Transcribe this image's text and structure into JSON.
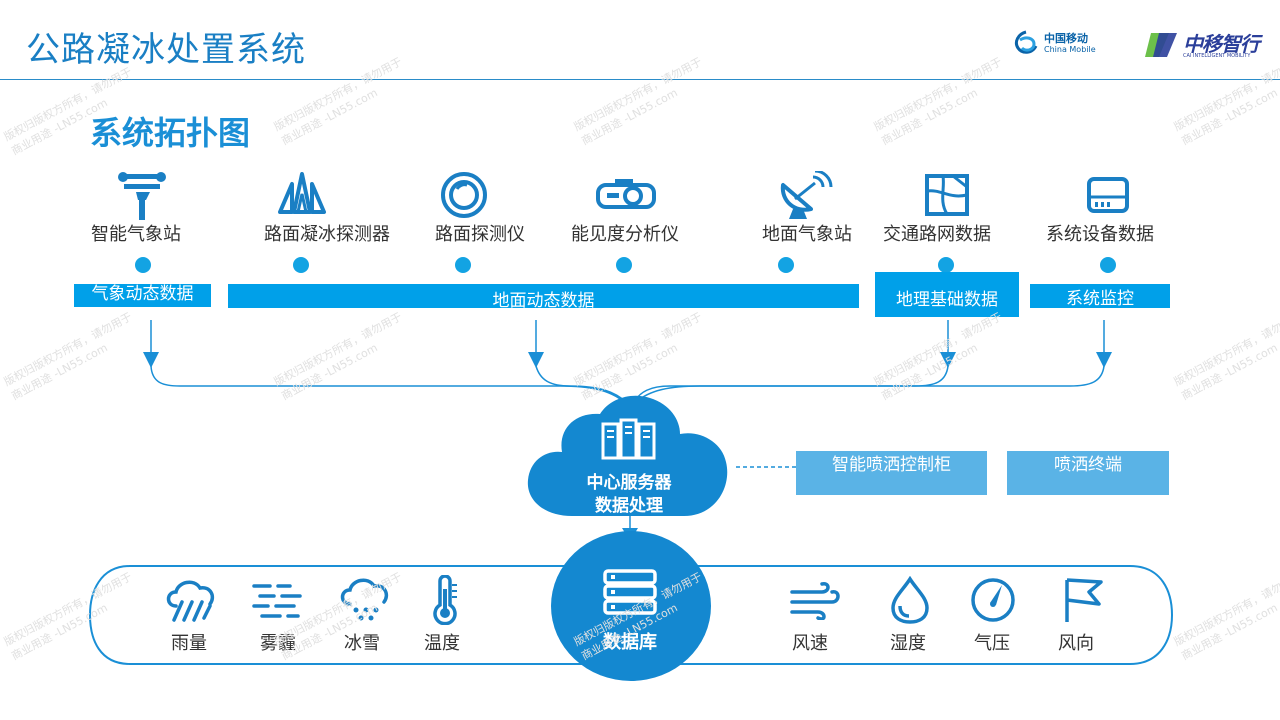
{
  "header": {
    "title": "公路凝冰处置系统",
    "logo_china_mobile_cn": "中国移动",
    "logo_china_mobile_en": "China Mobile",
    "logo_cai_cn": "中移智行",
    "logo_cai_en": "CAI INTELLIGENT MOBILITY"
  },
  "section_title": "系统拓扑图",
  "devices": [
    {
      "label": "智能气象站",
      "icon": "weather-station-icon"
    },
    {
      "label": "路面凝冰探测器",
      "icon": "ice-detector-icon"
    },
    {
      "label": "路面探测仪",
      "icon": "road-probe-icon"
    },
    {
      "label": "能见度分析仪",
      "icon": "visibility-analyzer-icon"
    },
    {
      "label": "地面气象站",
      "icon": "satellite-dish-icon"
    },
    {
      "label": "交通路网数据",
      "icon": "road-map-icon"
    },
    {
      "label": "系统设备数据",
      "icon": "server-drive-icon"
    }
  ],
  "data_bars": [
    {
      "label": "气象动态数据"
    },
    {
      "label": "地面动态数据"
    },
    {
      "label": "地理基础数据"
    },
    {
      "label": "系统监控"
    }
  ],
  "cloud": {
    "line1": "中心服务器",
    "line2": "数据处理",
    "icon": "server-rack-icon"
  },
  "controls": [
    {
      "label": "智能喷洒控制柜"
    },
    {
      "label": "喷洒终端"
    }
  ],
  "database": {
    "label": "数据库",
    "icon": "database-icon"
  },
  "metrics_left": [
    {
      "label": "雨量",
      "icon": "rain-icon"
    },
    {
      "label": "雾霾",
      "icon": "fog-icon"
    },
    {
      "label": "冰雪",
      "icon": "snow-icon"
    },
    {
      "label": "温度",
      "icon": "thermometer-icon"
    }
  ],
  "metrics_right": [
    {
      "label": "风速",
      "icon": "wind-icon"
    },
    {
      "label": "湿度",
      "icon": "droplet-icon"
    },
    {
      "label": "气压",
      "icon": "gauge-icon"
    },
    {
      "label": "风向",
      "icon": "flag-icon"
    }
  ],
  "watermark": {
    "line1": "版权归版权方所有，请勿用于",
    "line2": "商业用途 -LN55.com"
  },
  "colors": {
    "primary": "#1a8fd6",
    "bar": "#00a0e9",
    "cloud": "#1488d0",
    "control_box": "#5ab3e6",
    "icon": "#1a7fc4"
  }
}
